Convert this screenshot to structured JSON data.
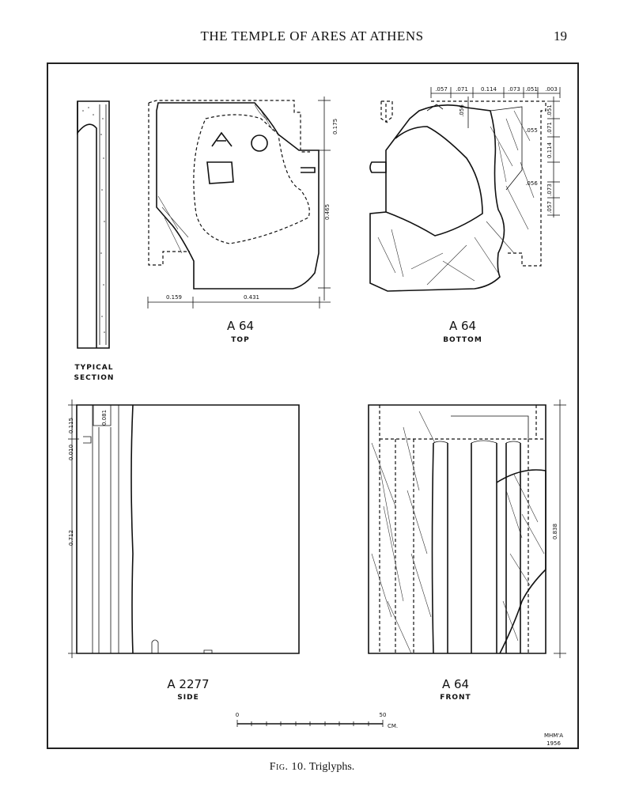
{
  "header": {
    "running_title": "THE TEMPLE OF ARES AT ATHENS",
    "page_number": "19"
  },
  "figure": {
    "caption_label": "Fig. 10.",
    "caption_text": "Triglyphs.",
    "typical_section_label_1": "TYPICAL",
    "typical_section_label_2": "SECTION",
    "top_view": {
      "id": "A 64",
      "view": "TOP",
      "dims": {
        "width_left": "0.159",
        "width_main": "0.431",
        "height_upper": "0.175",
        "height_lower": "0.465"
      }
    },
    "bottom_view": {
      "id": "A 64",
      "view": "BOTTOM",
      "dims": {
        "top_1": ".057",
        "top_2": ".071",
        "top_3": "0.114",
        "top_4": ".073",
        "top_5": ".051",
        "top_6": ".003",
        "v_1": ".056",
        "r_1": ".051",
        "r_2": ".055",
        "r_3": ".071",
        "r_4": "0.114",
        "r_5": ".056",
        "r_6": ".073",
        "r_7": ".057"
      }
    },
    "side_view": {
      "id": "A 2277",
      "view": "SIDE",
      "dims": {
        "d1": "0.115",
        "d2": "0.081",
        "d3": "0.010",
        "d4": "0.712"
      }
    },
    "front_view": {
      "id": "A 64",
      "view": "FRONT",
      "dims": {
        "height": "0.838"
      }
    },
    "scale": {
      "zero": "0",
      "max": "50",
      "unit": "CM."
    },
    "signature_initials": "MHM'A",
    "signature_year": "1956"
  }
}
